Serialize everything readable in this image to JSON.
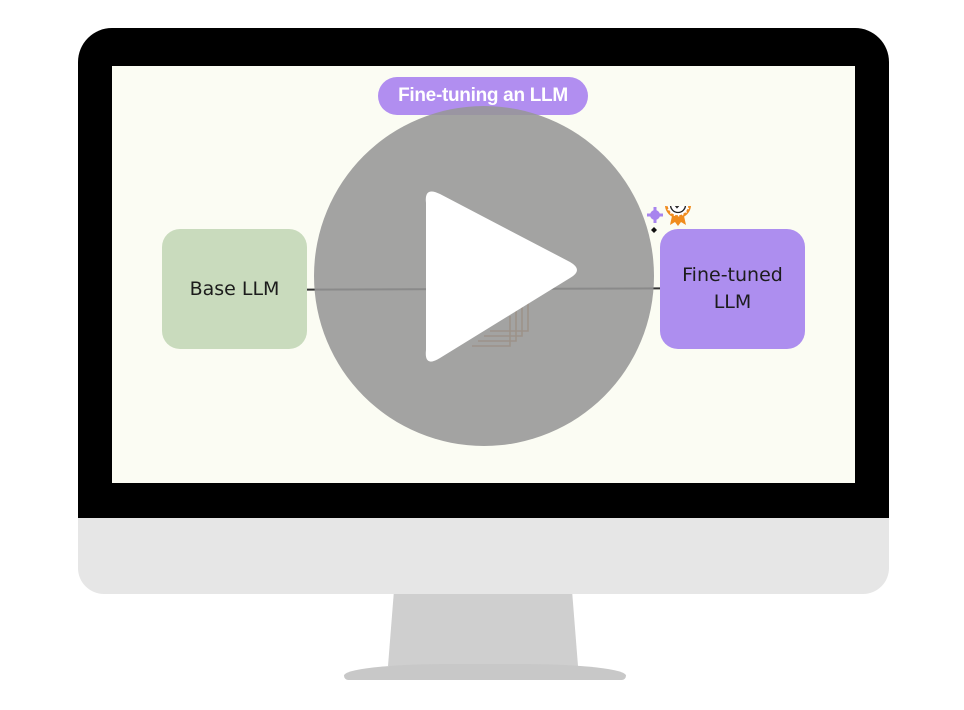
{
  "slide": {
    "title": "Fine-tuning an LLM",
    "base_label": "Base LLM",
    "tuned_label": "Fine-tuned\nLLM"
  },
  "colors": {
    "screen_bg": "#fbfcf3",
    "title_pill": "#b18ef0",
    "base_box": "#c9dbbd",
    "tuned_box": "#ad8eef",
    "accent_orange": "#f08c1e",
    "play_overlay": "#969696"
  },
  "icons": {
    "play": "play-icon",
    "badge": "certified-badge-icon",
    "stack": "document-stack-icon"
  }
}
